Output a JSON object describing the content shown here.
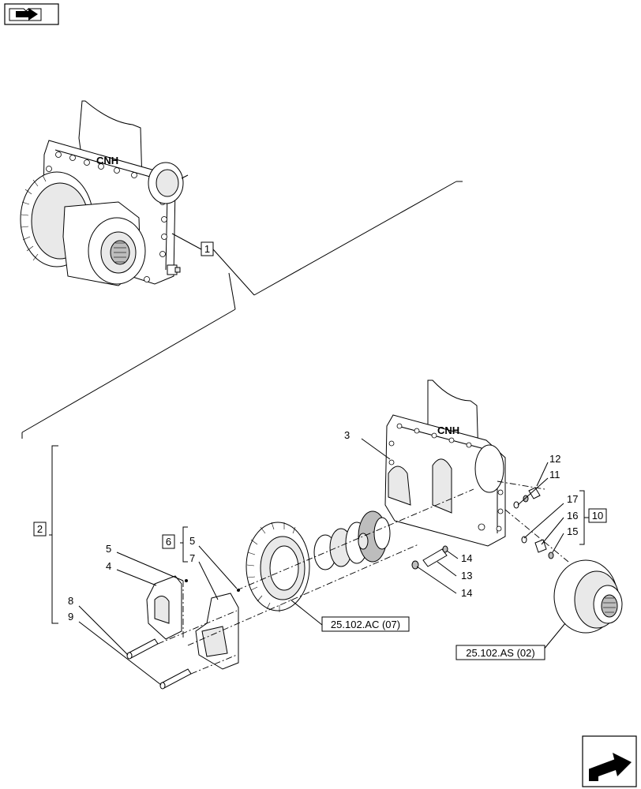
{
  "nav": {
    "top_icon": "book-arrow-icon",
    "bottom_icon": "next-page-arrow-icon"
  },
  "callouts": {
    "c1": "1",
    "c2": "2",
    "c3": "3",
    "c4": "4",
    "c5a": "5",
    "c5b": "5",
    "c6": "6",
    "c7": "7",
    "c8": "8",
    "c9": "9",
    "c10": "10",
    "c11": "11",
    "c12": "12",
    "c13": "13",
    "c14a": "14",
    "c14b": "14",
    "c15": "15",
    "c16": "16",
    "c17": "17"
  },
  "references": {
    "ref_ac": "25.102.AC (07)",
    "ref_as": "25.102.AS (02)"
  },
  "colors": {
    "line": "#000000",
    "shade": "#e9e9e9",
    "dark": "#bdbdbd"
  }
}
